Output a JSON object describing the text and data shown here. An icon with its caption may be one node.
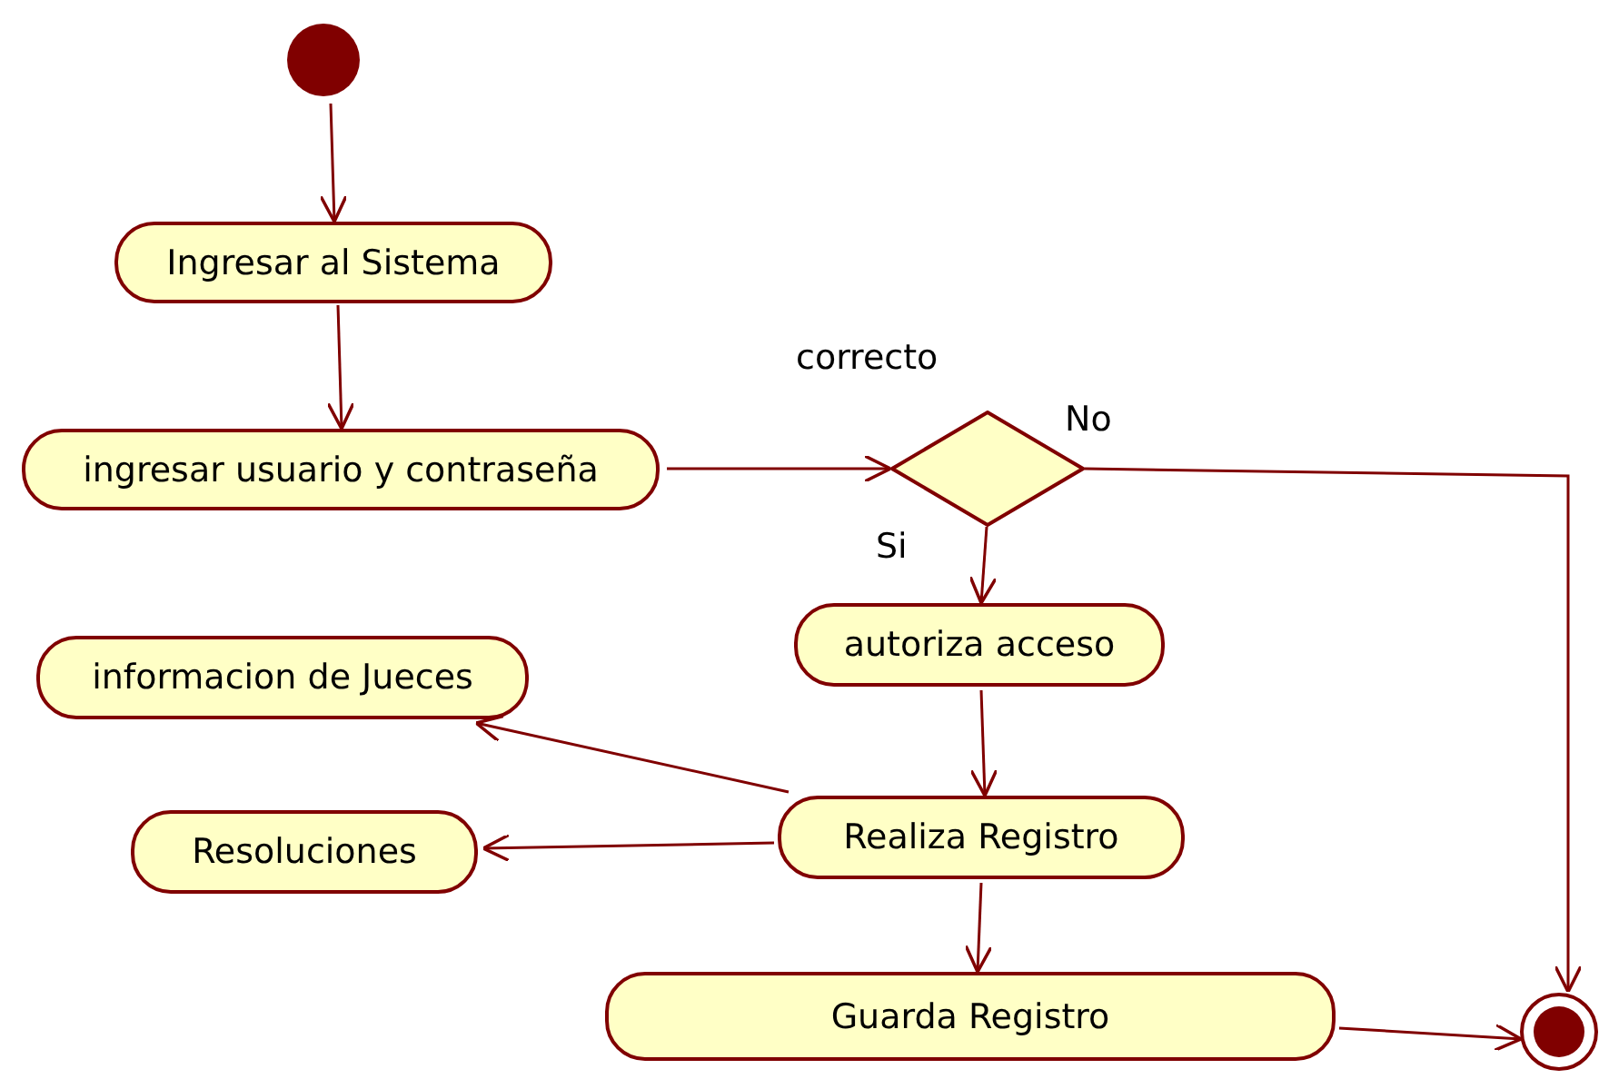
{
  "diagram": {
    "nodes": [
      {
        "text": [],
        "shape": "circle"
      },
      {
        "text": [
          "Ingresar al Sistema"
        ]
      },
      {
        "text": [
          "ingresar usuario y contraseña"
        ]
      },
      {
        "text": [],
        "shape": "diamond",
        "beside": [
          "correcto"
        ]
      },
      {
        "text": [
          "autoriza acceso"
        ]
      },
      {
        "text": [
          "informacion de Jueces"
        ]
      },
      {
        "text": [
          "Resoluciones"
        ]
      },
      {
        "text": [
          "Realiza Registro"
        ]
      },
      {
        "text": [
          "Guarda Registro"
        ]
      },
      {
        "text": [],
        "shape": "circle"
      }
    ],
    "edges": [
      {
        "from": 0,
        "to": 1,
        "arrow": "to"
      },
      {
        "from": 1,
        "to": 2,
        "arrow": "to"
      },
      {
        "from": 2,
        "to": 3,
        "arrow": "to"
      },
      {
        "from": 3,
        "to": 9,
        "arrow": "to",
        "label": "No"
      },
      {
        "from": 3,
        "to": 4,
        "arrow": "to",
        "label": "Si"
      },
      {
        "from": 4,
        "to": 7,
        "arrow": "to"
      },
      {
        "from": 7,
        "to": 5,
        "arrow": "to"
      },
      {
        "from": 7,
        "to": 6,
        "arrow": "to"
      },
      {
        "from": 7,
        "to": 8,
        "arrow": "to"
      },
      {
        "from": 8,
        "to": 9,
        "arrow": "to"
      }
    ]
  }
}
